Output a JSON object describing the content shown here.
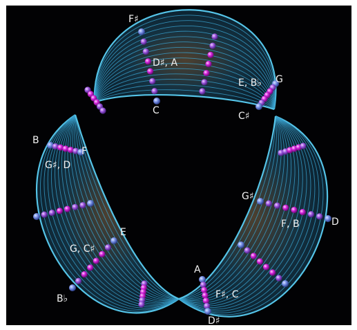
{
  "diagram": {
    "colors": {
      "background": "#020204",
      "band_edge": "#55c4e8",
      "band_line": "#3aa3cf",
      "band_fill": "#0e3850",
      "ball_blue": "#6f86e0",
      "ball_purple": "#9a5ad6",
      "ball_magenta": "#d21ed8",
      "label": "#f2f2f2"
    },
    "labels": {
      "top_fsharp": "F♯",
      "top_dsharp_a": "D♯, A",
      "top_c": "C",
      "top_e_bflat": "E, B♭",
      "top_g": "G",
      "top_csharp": "C♯",
      "left_b": "B",
      "left_f": "F",
      "left_gsharp_d": "G♯, D",
      "left_e": "E",
      "left_g_csharp": "G, C♯",
      "left_bflat": "B♭",
      "right_gsharp": "G♯",
      "right_d": "D",
      "right_f_b": "F, B",
      "bottom_a": "A",
      "bottom_fsharp_c": "F♯, C",
      "bottom_dsharp": "D♯"
    }
  }
}
